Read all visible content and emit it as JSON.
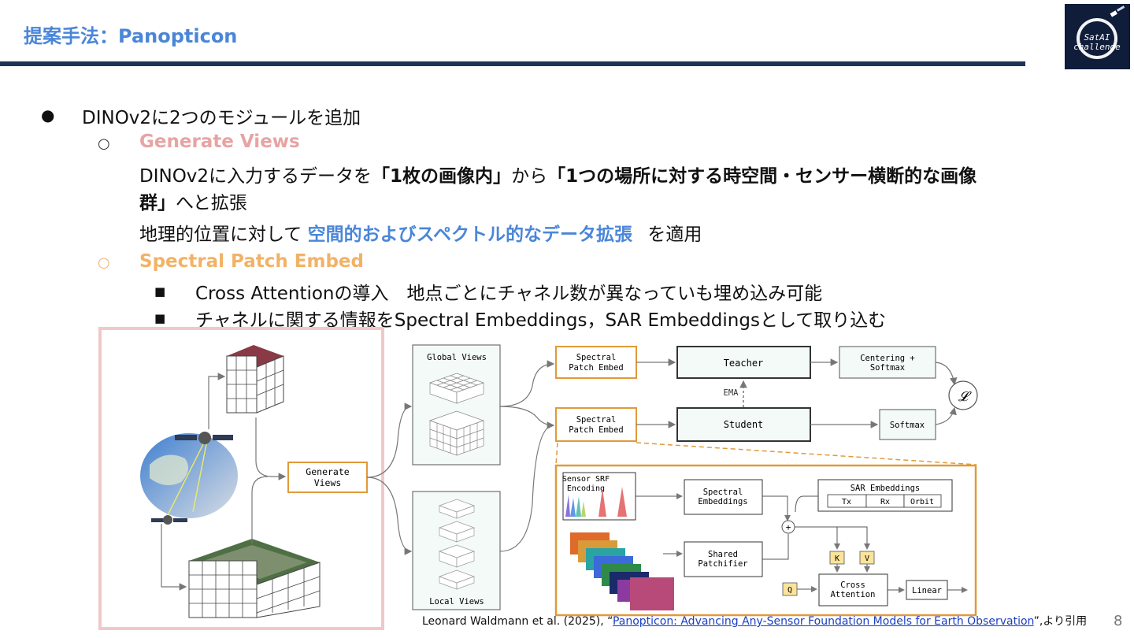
{
  "header": {
    "title": "提案手法：Panopticon",
    "logo_text_1": "SatAI",
    "logo_text_2": "challenge",
    "page_number": "8"
  },
  "bullets": {
    "b1": "DINOv2に2つのモジュールを追加",
    "gen_views": {
      "title": "Generate Views",
      "p1_a": "DINOv2に入力するデータを",
      "p1_b": "「1枚の画像内」",
      "p1_c": "から",
      "p1_d": "「1つの場所に対する時空間・センサー横断的な画像",
      "p1_e": "群」",
      "p1_f": "へと拡張",
      "p2_a": "地理的位置に対して",
      "p2_b": "空間的およびスペクトル的なデータ拡張",
      "p2_c": "を適用"
    },
    "spe": {
      "title": "Spectral Patch Embed",
      "l1": "Cross Attentionの導入　地点ごとにチャネル数が異なっていも埋め込み可能",
      "l2": "チャネルに関する情報をSpectral Embeddings，SAR Embeddingsとして取り込む"
    }
  },
  "diagram": {
    "generate_views": [
      "Generate",
      "Views"
    ],
    "global_views": "Global Views",
    "local_views": "Local Views",
    "spectral_patch_embed": [
      "Spectral",
      "Patch Embed"
    ],
    "teacher": "Teacher",
    "student": "Student",
    "ema": "EMA",
    "centering_softmax": [
      "Centering +",
      "Softmax"
    ],
    "softmax": "Softmax",
    "loss_symbol": "𝓛",
    "sensor_srf": [
      "Sensor SRF",
      "Encoding"
    ],
    "spectral_embeddings": [
      "Spectral",
      "Embeddings"
    ],
    "sar_embeddings": "SAR Embeddings",
    "sar_cols": [
      "Tx",
      "Rx",
      "Orbit"
    ],
    "shared_patchifier": [
      "Shared",
      "Patchifier"
    ],
    "plus": "+",
    "k": "K",
    "v": "V",
    "q": "Q",
    "cross_attention": [
      "Cross",
      "Attention"
    ],
    "linear": "Linear"
  },
  "citation": {
    "prefix": "Leonard Waldmann et al. (2025), “",
    "link": "Panopticon: Advancing Any-Sensor Foundation Models for Earth Observation",
    "suffix": "”,より引用"
  },
  "colors": {
    "accent_blue": "#4a86d8",
    "navy": "#1c3557",
    "pink": "#e8a3a3",
    "orange": "#f2b266",
    "diagram_orange": "#e09a3a"
  }
}
